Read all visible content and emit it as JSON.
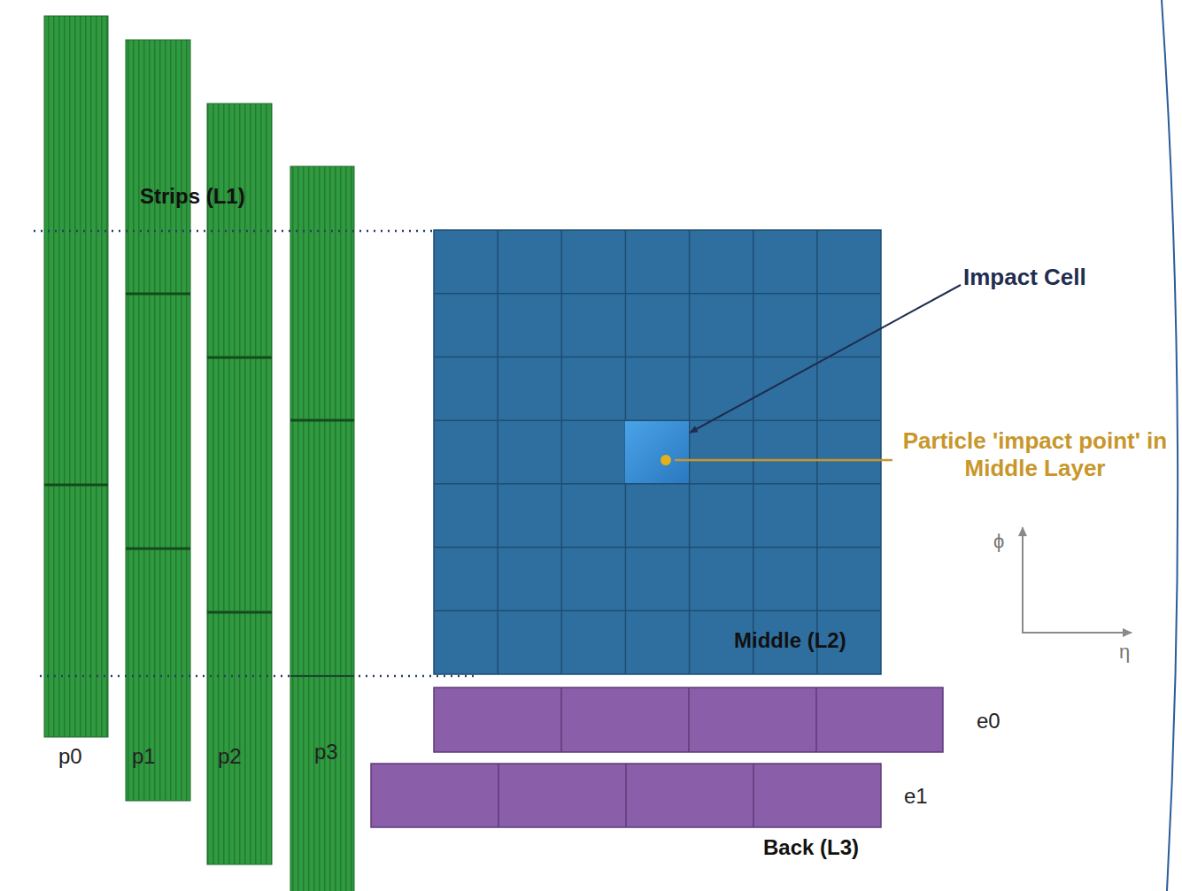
{
  "diagram": {
    "labels": [
      "Strips (L1)",
      "Impact Cell",
      "Particle 'impact point' in Middle Layer",
      "ϕ",
      "η",
      "Middle (L2)",
      "p0",
      "p1",
      "p2",
      "p3",
      "e0",
      "e1",
      "Back (L3)"
    ]
  }
}
